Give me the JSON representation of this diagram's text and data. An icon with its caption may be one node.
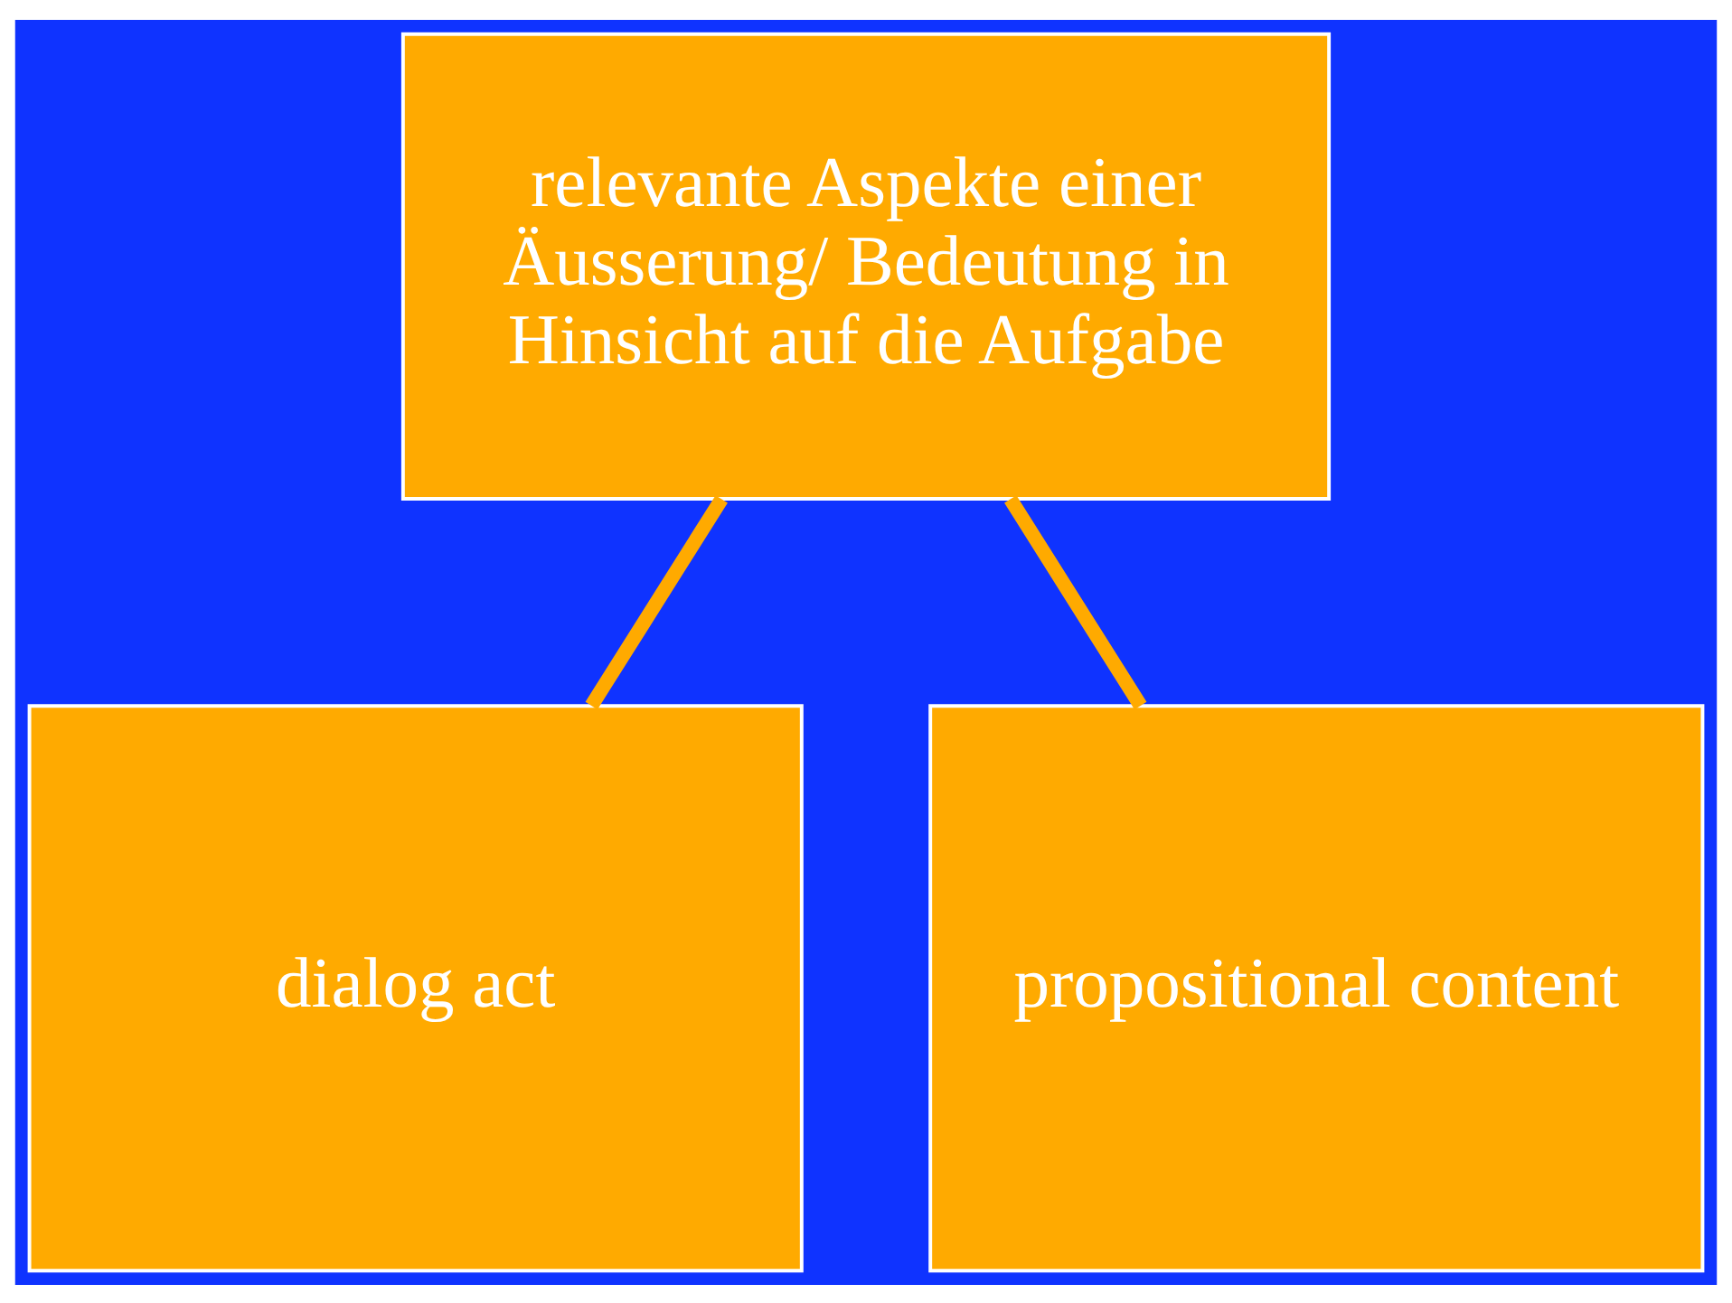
{
  "diagram": {
    "nodes": [
      {
        "text": [
          "relevante Aspekte einer Äusserung/ Bedeutung in Hinsicht auf die Aufgabe"
        ]
      },
      {
        "text": [
          "dialog act"
        ]
      },
      {
        "text": [
          "propositional content"
        ]
      }
    ],
    "edges": [
      {
        "from": 0,
        "to": 1,
        "arrow": "none"
      },
      {
        "from": 0,
        "to": 2,
        "arrow": "none"
      }
    ]
  }
}
